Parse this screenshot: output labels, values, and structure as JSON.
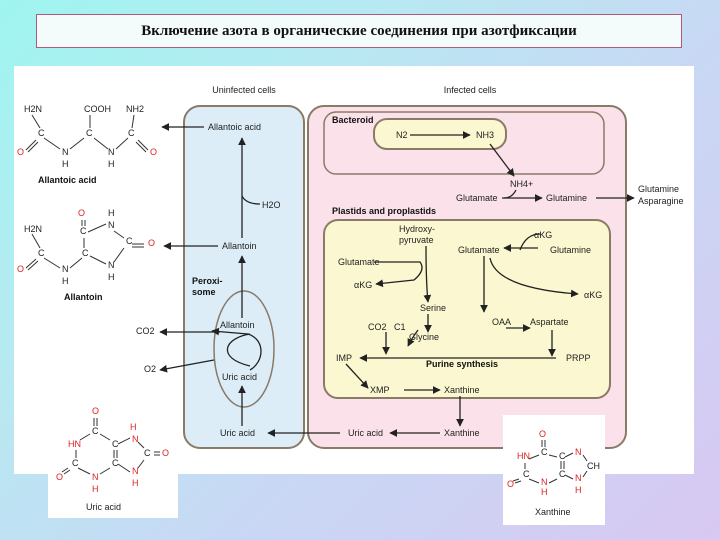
{
  "title": "Включение азота в органические соединения при азотфиксации",
  "headers": {
    "uninfected": "Uninfected cells",
    "infected": "Infected cells",
    "bacteroid": "Bacteroid",
    "plastids": "Plastids and proplastids",
    "peroxisome_line1": "Peroxi-",
    "peroxisome_line2": "some"
  },
  "left_structures": {
    "allantoic_acid": {
      "name": "Allantoic acid",
      "h2n": "H2N",
      "cooh": "COOH",
      "nh2": "NH2",
      "o_left": "O",
      "o_right": "O",
      "n1": "N",
      "n2": "N",
      "h1": "H",
      "h2": "H",
      "c1": "C",
      "c2": "C",
      "c3": "C"
    },
    "allantoin": {
      "name": "Allantoin",
      "h2n": "H2N",
      "o1": "O",
      "o2": "O",
      "o3": "O",
      "n1": "N",
      "n2": "N",
      "n3": "N",
      "h1": "H",
      "h2": "H",
      "h3": "H",
      "c1": "C",
      "c2": "C",
      "c3": "C",
      "c4": "C"
    },
    "co2": "CO2",
    "o2": "O2"
  },
  "uninfected_labels": {
    "allantoic_acid": "Allantoic acid",
    "h2o": "H2O",
    "allantoin": "Allantoin",
    "allantoin_peroxisome": "Allantoin",
    "uric_acid_peroxisome": "Uric acid",
    "uric_acid": "Uric acid"
  },
  "bacteroid_labels": {
    "n2": "N2",
    "nh3": "NH3"
  },
  "infected_labels": {
    "nh4": "NH4+",
    "glutamate": "Glutamate",
    "glutamine": "Glutamine",
    "export_glutamine": "Glutamine",
    "export_asparagine": "Asparagine",
    "uric_acid": "Uric acid",
    "xanthine": "Xanthine"
  },
  "plastid_labels": {
    "hydroxypyruvate_1": "Hydroxy-",
    "hydroxypyruvate_2": "pyruvate",
    "akg_top": "αKG",
    "glutamine": "Glutamine",
    "glutamate_mid": "Glutamate",
    "glutamate_left": "Glutamate",
    "akg_left": "αKG",
    "akg_right": "αKG",
    "serine": "Serine",
    "co2": "CO2",
    "c1": "C1",
    "glycine": "Glycine",
    "oaa": "OAA",
    "aspartate": "Aspartate",
    "imp": "IMP",
    "purine_synthesis": "Purine synthesis",
    "prpp": "PRPP",
    "xmp": "XMP",
    "xanthine": "Xanthine"
  },
  "uric_acid_structure": {
    "name": "Uric acid",
    "o_top": "O",
    "c1": "C",
    "h_right_top": "H",
    "hn": "HN",
    "c2": "C",
    "n_right": "N",
    "c_ring": "C",
    "o_right": "O",
    "c3": "C",
    "c4": "C",
    "n_left": "N",
    "n_right2": "N",
    "o_left": "O",
    "h1": "H",
    "h2": "H"
  },
  "xanthine_structure": {
    "name": "Xanthine",
    "o_top": "O",
    "c1": "C",
    "hn": "HN",
    "c2": "C",
    "n1": "N",
    "ch": "CH",
    "c3": "C",
    "c4": "C",
    "o_left": "O",
    "n2": "N",
    "n3": "N",
    "h1": "H",
    "h2": "H"
  },
  "colors": {
    "uninfected_fill": "#dcedf7",
    "infected_fill": "#fbe2ea",
    "plastid_fill": "#fbf7d0",
    "cell_border": "#8a7a68",
    "heteroatom_red": "#d22222"
  }
}
